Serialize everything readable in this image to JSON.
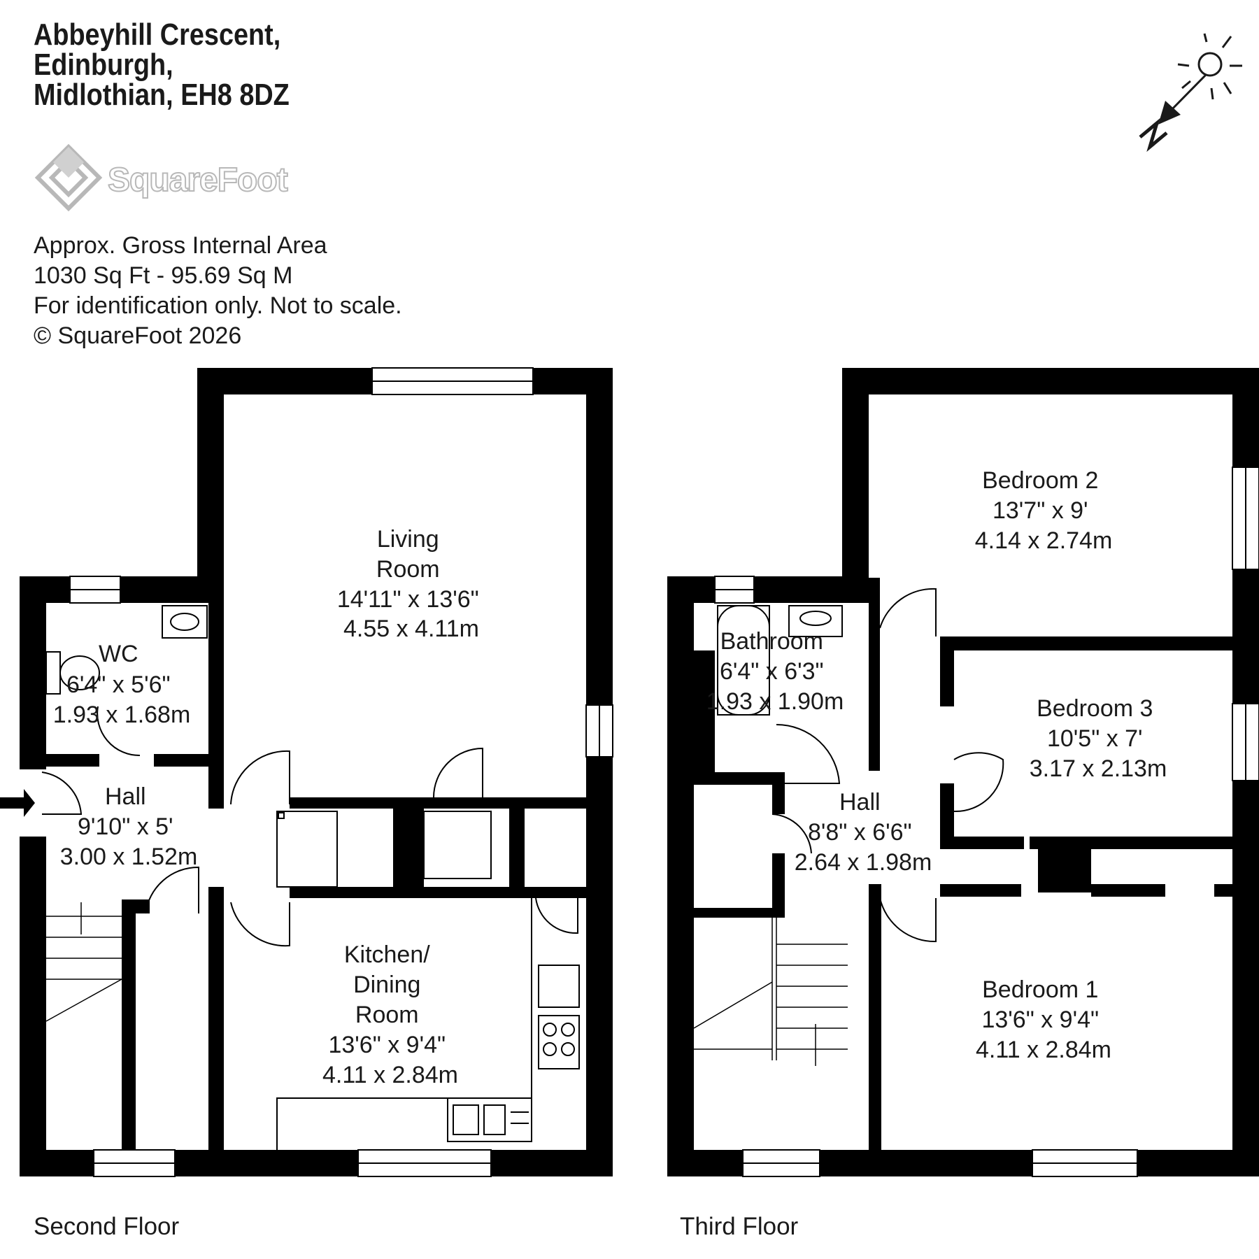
{
  "header": {
    "address_lines": [
      "Abbeyhill Crescent,",
      "Edinburgh,",
      "Midlothian, EH8 8DZ"
    ]
  },
  "logo": {
    "text": "SquareFoot"
  },
  "area_info": {
    "lines": [
      "Approx. Gross Internal Area",
      "1030 Sq Ft  -  95.69 Sq M",
      "For identification only. Not to scale.",
      "© SquareFoot 2026"
    ]
  },
  "compass": {
    "north_label": "N",
    "icon": "sun-north-compass-icon"
  },
  "floors": [
    {
      "name": "Second Floor"
    },
    {
      "name": "Third Floor"
    }
  ],
  "rooms": {
    "living_room": [
      "Living",
      "Room",
      "14'11\" x 13'6\"",
      "4.55 x 4.11m"
    ],
    "wc": [
      "WC",
      "6'4\" x 5'6\"",
      "1.93 x 1.68m"
    ],
    "hall_2": [
      "Hall",
      "9'10\" x 5'",
      "3.00 x 1.52m"
    ],
    "kitchen": [
      "Kitchen/",
      "Dining",
      "Room",
      "13'6\" x 9'4\"",
      "4.11 x 2.84m"
    ],
    "bathroom": [
      "Bathroom",
      "6'4\" x 6'3\"",
      "1.93 x 1.90m"
    ],
    "hall_3": [
      "Hall",
      "8'8\" x 6'6\"",
      "2.64 x 1.98m"
    ],
    "bedroom_2": [
      "Bedroom 2",
      "13'7\" x 9'",
      "4.14 x 2.74m"
    ],
    "bedroom_3": [
      "Bedroom 3",
      "10'5\" x 7'",
      "3.17 x 2.13m"
    ],
    "bedroom_1": [
      "Bedroom 1",
      "13'6\" x 9'4\"",
      "4.11 x 2.84m"
    ]
  },
  "colors": {
    "wall": "#000000",
    "text": "#1a1a1a",
    "logo": "#b8b8b8"
  }
}
